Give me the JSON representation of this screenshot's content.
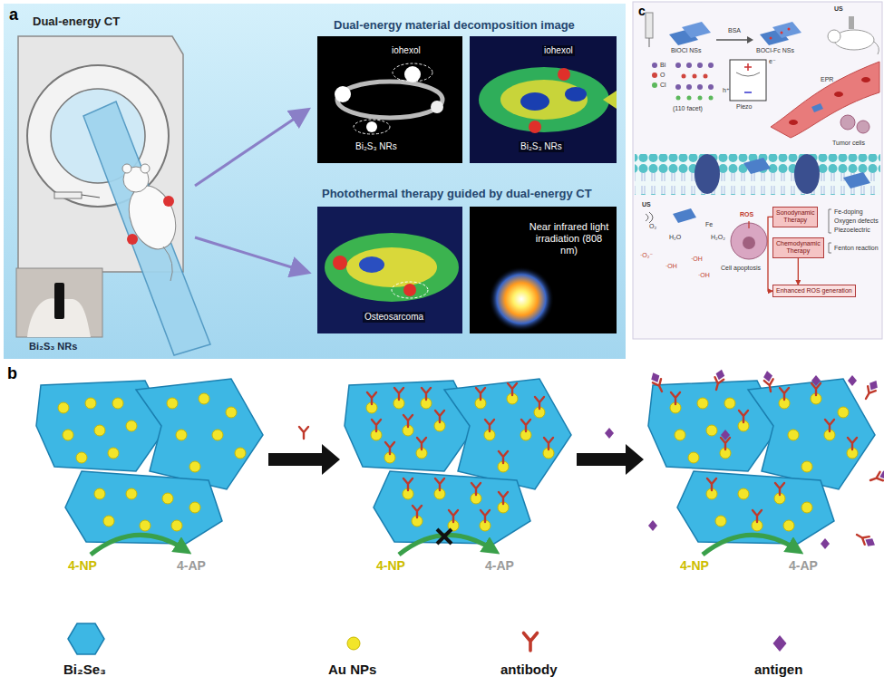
{
  "diagram": {
    "nodes": [
      {
        "text": [
          "Sonodynamic Therapy"
        ]
      },
      {
        "text": [
          "Chemodynamic Therapy"
        ]
      },
      {
        "text": [
          "Enhanced ROS generation"
        ]
      }
    ],
    "edges": [
      {
        "from": 0,
        "to": 2,
        "arrow": "to"
      },
      {
        "from": 1,
        "to": 2,
        "arrow": "to"
      }
    ],
    "labels": [
      "a",
      "Dual-energy CT",
      "Dual-energy material decomposition image",
      "iohexol",
      "Bi₂S₃ NRs",
      "iohexol",
      "Bi₂S₃ NRs",
      "Photothermal therapy guided by dual-energy CT",
      "Osteosarcoma",
      "Near infrared light irradiation (808 nm)",
      "Bi₂S₃ NRs",
      "b",
      "4-NP",
      "4-AP",
      "4-NP",
      "4-AP",
      "4-NP",
      "4-AP",
      "c",
      "BiOCl NSs",
      "BSA",
      "BOCl-Fc NSs",
      "US",
      "Bi",
      "O",
      "Cl",
      "(110 facet)",
      "Piezo",
      "e⁻",
      "h⁺",
      "EPR",
      "Tumor cells",
      "US",
      "O₂",
      "H₂O",
      "Fe",
      "H₂O₂",
      "·O₂⁻",
      "·OH",
      "·OH",
      "·OH",
      "ROS",
      "Cell apoptosis",
      "Fe-doping",
      "Oxygen defects",
      "Piezoelectric",
      "Fenton reaction"
    ],
    "legend": [
      {
        "text": "Bi₂Se₃"
      },
      {
        "text": "Au NPs"
      },
      {
        "text": "antibody"
      },
      {
        "text": "antigen"
      }
    ]
  }
}
